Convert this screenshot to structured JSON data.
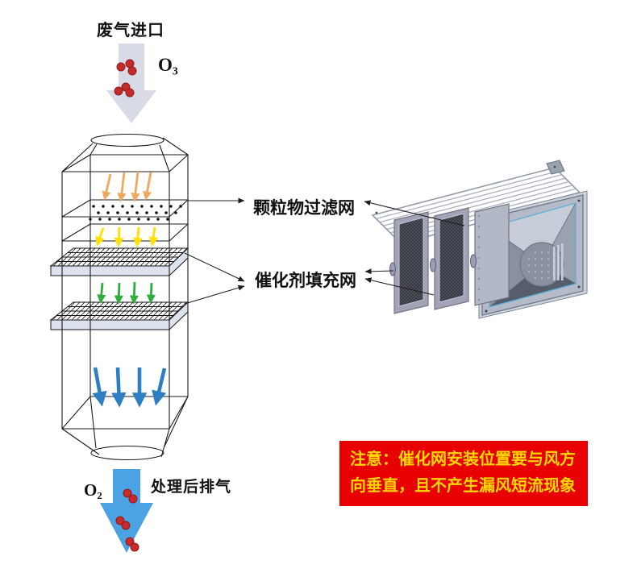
{
  "inlet": {
    "label": "废气进口",
    "molecule": "O₃"
  },
  "outlet": {
    "label": "处理后排气",
    "molecule": "O₂"
  },
  "callouts": {
    "particle_filter": "颗粒物过滤网",
    "catalyst_mesh": "催化剂填充网"
  },
  "notice": {
    "line1": "注意：催化网安装位置要与风方",
    "line2": "向垂直，且不产生漏风短流现象",
    "bg": "#e80000",
    "text_color": "#ffd800"
  },
  "colors": {
    "inlet_arrow": "#d8dbe5",
    "outlet_arrow": "#4ba3e3",
    "molecule": "#c62a2a",
    "stage1_arrows": "#efa85d",
    "stage2_arrows": "#ffe10a",
    "stage3_arrows": "#2fae3c",
    "stage4_arrows": "#2e7ec6",
    "slab_face": "#dde2ef",
    "callout_line": "#1f1f1f",
    "tower_line": "#1b1b1b"
  }
}
